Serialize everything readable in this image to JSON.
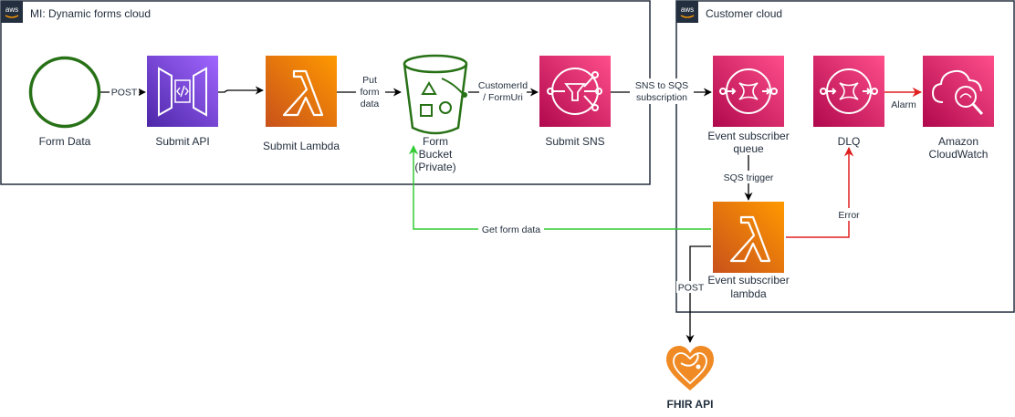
{
  "groups": {
    "left_title": "MI: Dynamic forms cloud",
    "right_title": "Customer cloud",
    "aws_badge": "aws"
  },
  "nodes": {
    "form_data": "Form Data",
    "submit_api": "Submit API",
    "submit_lambda": "Submit Lambda",
    "form_bucket": [
      "Form",
      "Bucket",
      "(Private)"
    ],
    "submit_sns": "Submit SNS",
    "event_queue": [
      "Event subscriber",
      "queue"
    ],
    "dlq": "DLQ",
    "cloudwatch": [
      "Amazon",
      "CloudWatch"
    ],
    "event_lambda": [
      "Event subscriber",
      "lambda"
    ],
    "fhir_api": "FHIR API"
  },
  "edges": {
    "post_1": "POST",
    "put_form_data": [
      "Put",
      "form",
      "data"
    ],
    "customer_id": [
      "CustomerId",
      "/ FormUri"
    ],
    "sns_to_sqs": [
      "SNS to SQS",
      "subscription"
    ],
    "alarm": "Alarm",
    "sqs_trigger": "SQS trigger",
    "error": "Error",
    "get_form_data": "Get form data",
    "post_2": "POST"
  },
  "colors": {
    "group_border": "#232f3e",
    "api_purple": "#7b3df0",
    "compute_orange": "#ed7100",
    "storage_green": "#277116",
    "app_pink": "#e7157b",
    "green_arrow": "#33cc33",
    "red_arrow": "#e02020",
    "fhir_orange": "#f08a24"
  },
  "icons": [
    "circle-icon",
    "api-gateway-icon",
    "lambda-icon",
    "s3-bucket-icon",
    "sns-icon",
    "sqs-icon",
    "cloudwatch-icon",
    "fhir-heart-icon",
    "aws-logo-icon"
  ]
}
